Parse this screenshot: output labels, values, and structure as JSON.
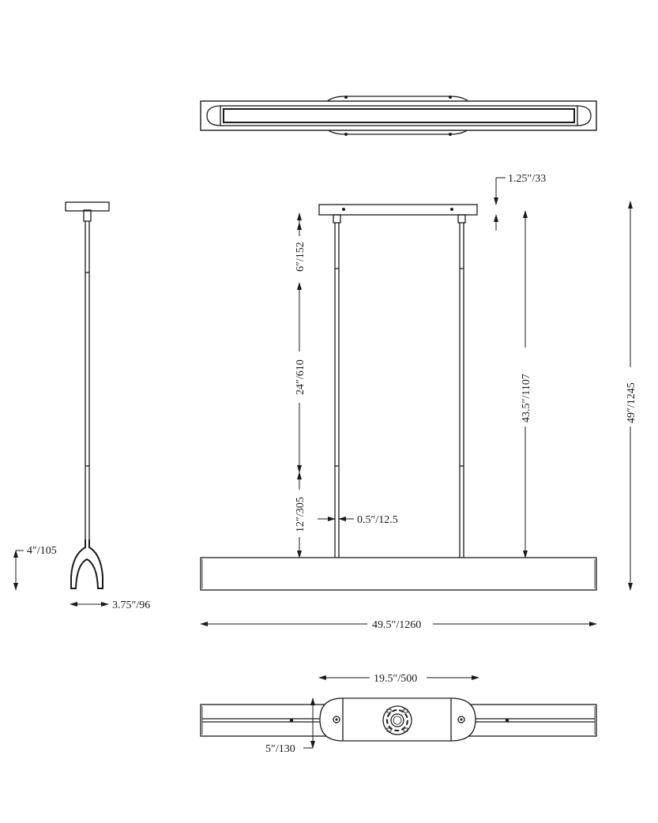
{
  "dimensions": {
    "canopy_height": "1.25″/33",
    "upper_rod": "6″/152",
    "middle_rod": "24″/610",
    "lower_rod": "12″/305",
    "rod_diameter": "0.5″/12.5",
    "rod_total": "43.5″/1107",
    "overall_height": "49″/1245",
    "fixture_height": "4″/105",
    "fixture_depth": "3.75″/96",
    "fixture_length": "49.5″/1260",
    "canopy_length": "19.5″/500",
    "canopy_width": "5″/130"
  }
}
